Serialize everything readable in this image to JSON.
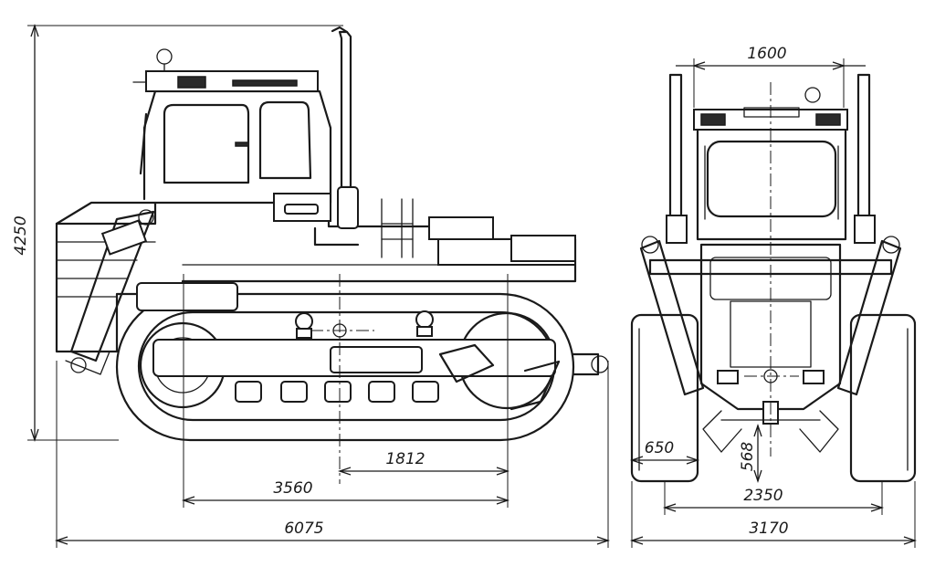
{
  "drawing": {
    "side_view": {
      "dimensions": {
        "overall_height": "4250",
        "overall_length": "6075",
        "track_length": "3560",
        "axle_offset": "1812"
      }
    },
    "front_view": {
      "dimensions": {
        "cab_width": "1600",
        "track_gauge": "2350",
        "overall_width": "3170",
        "track_width": "650",
        "ground_clearance": "568"
      }
    }
  }
}
